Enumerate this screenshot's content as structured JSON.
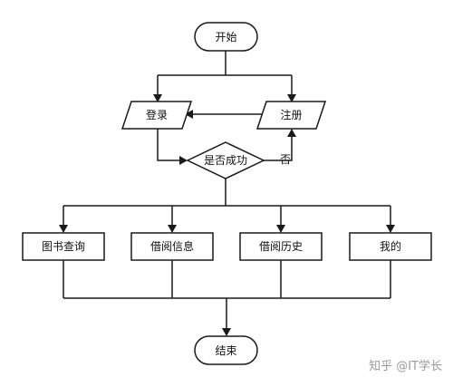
{
  "nodes": {
    "start": "开始",
    "login": "登录",
    "register": "注册",
    "decision": "是否成功",
    "book_query": "图书查询",
    "borrow_info": "借阅信息",
    "borrow_history": "借阅历史",
    "mine": "我的",
    "end": "结束"
  },
  "edge_labels": {
    "no": "否"
  },
  "watermark": "知乎 @IT学长"
}
